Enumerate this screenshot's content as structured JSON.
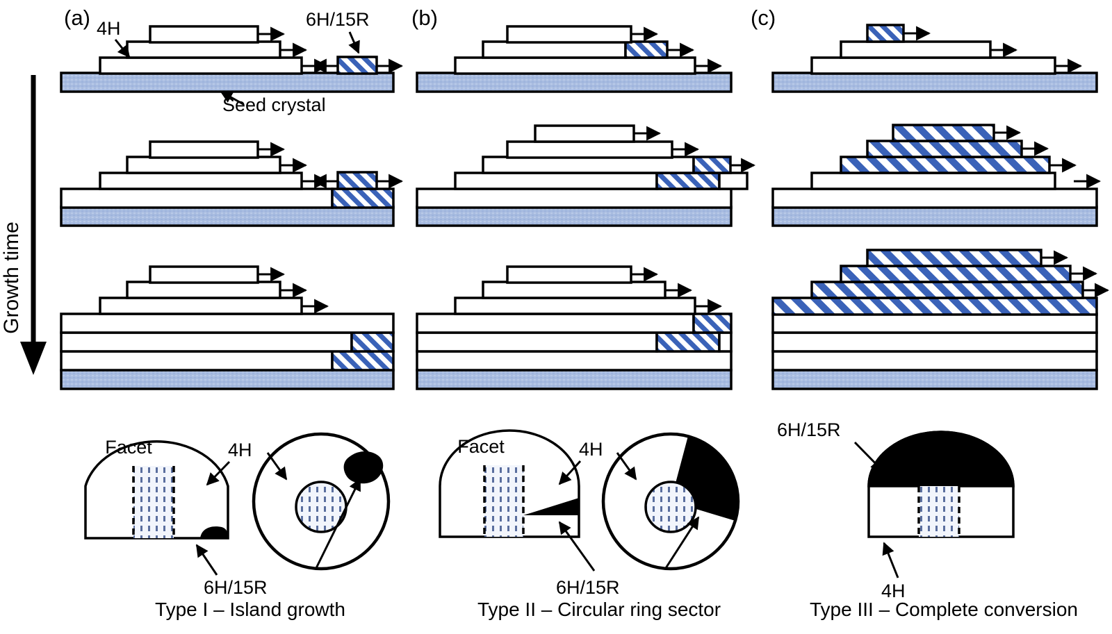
{
  "figure": {
    "domain": "scientific-schematic",
    "axis_label": "Growth time",
    "panels": [
      {
        "id": "a",
        "label": "(a)",
        "type_caption": "Type I – Island growth"
      },
      {
        "id": "b",
        "label": "(b)",
        "type_caption": "Type II – Circular ring sector"
      },
      {
        "id": "c",
        "label": "(c)",
        "type_caption": "Type III – Complete conversion"
      }
    ],
    "annotations": {
      "polytype_4h": "4H",
      "polytype_6h15r": "6H/15R",
      "seed_crystal": "Seed crystal",
      "facet": "Facet"
    },
    "colors": {
      "seed_fill": "#A8BCE0",
      "hatch_blue": "#3A62B8",
      "facet_dot": "#5A6E9E",
      "outline": "#000000",
      "black_region": "#000000",
      "background": "#FFFFFF"
    },
    "captions": [
      "Type I – Island growth",
      "Type II – Circular ring sector",
      "Type III – Complete conversion"
    ],
    "cross_section_labels": {
      "panel_a": {
        "facet": "Facet",
        "matrix": "4H",
        "inclusion": "6H/15R"
      },
      "panel_b": {
        "facet": "Facet",
        "matrix": "4H",
        "inclusion": "6H/15R"
      },
      "panel_c": {
        "matrix": "4H",
        "inclusion": "6H/15R"
      }
    },
    "schematic": {
      "rows": [
        "early",
        "middle",
        "late"
      ],
      "step_flow_arrow_count_per_stack": 3,
      "description": "Stepped terrace stacks on a seed crystal showing 6H/15R polytype inclusions (blue hatched) nucleating and propagating over growth time."
    }
  }
}
